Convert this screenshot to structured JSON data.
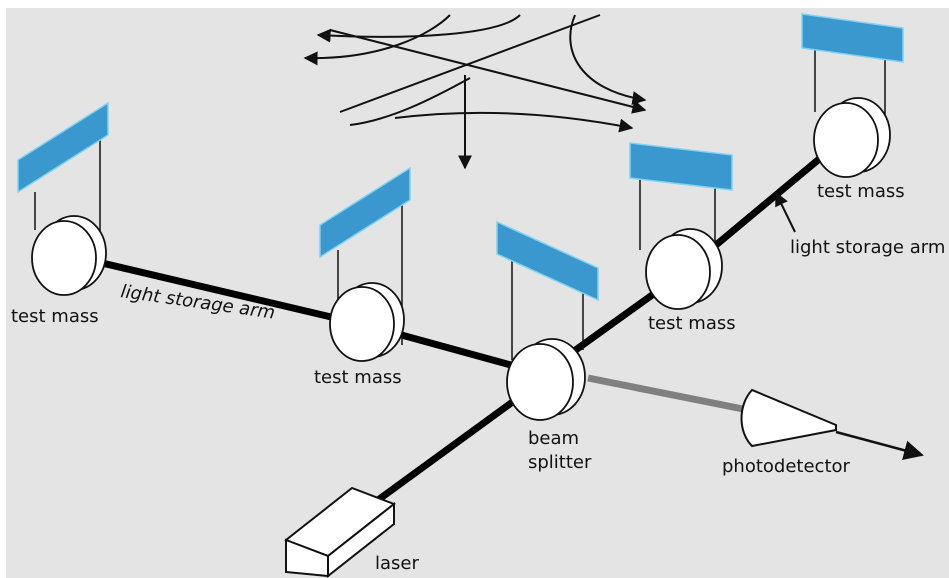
{
  "labels": {
    "test_mass_left": "test mass",
    "test_mass_center_left": "test mass",
    "test_mass_center_right": "test mass",
    "test_mass_far_right": "test mass",
    "light_storage_arm_left": "light storage arm",
    "light_storage_arm_right": "light storage arm",
    "beam_splitter_line1": "beam",
    "beam_splitter_line2": "splitter",
    "photodetector": "photodetector",
    "laser": "laser"
  },
  "colors": {
    "background": "#e4e4e4",
    "mirror_fill": "#3a98cf",
    "mirror_edge": "#7ed3f0",
    "beam_main": "#000000",
    "beam_output": "#808080",
    "outline": "#111111"
  }
}
